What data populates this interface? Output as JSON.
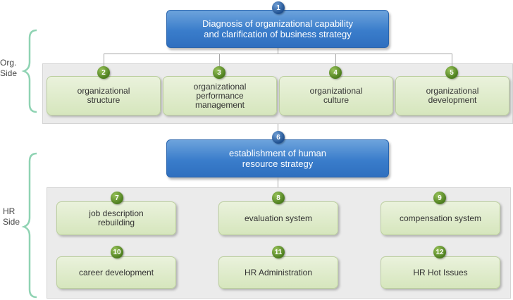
{
  "org_side": {
    "label_line1": "Org.",
    "label_line2": "Side"
  },
  "hr_side": {
    "label_line1": "HR",
    "label_line2": "Side"
  },
  "steps": {
    "s1": {
      "number": "1",
      "line1": "Diagnosis of organizational capability",
      "line2": "and clarification of business strategy"
    },
    "s2": {
      "number": "2",
      "line1": "organizational",
      "line2": "structure"
    },
    "s3": {
      "number": "3",
      "line1": "organizational",
      "line2": "performance",
      "line3": "management"
    },
    "s4": {
      "number": "4",
      "line1": "organizational",
      "line2": "culture"
    },
    "s5": {
      "number": "5",
      "line1": "organizational",
      "line2": "development"
    },
    "s6": {
      "number": "6",
      "line1": "establishment of human",
      "line2": "resource strategy"
    },
    "s7": {
      "number": "7",
      "line1": "job description",
      "line2": "rebuilding"
    },
    "s8": {
      "number": "8",
      "line1": "evaluation system"
    },
    "s9": {
      "number": "9",
      "line1": "compensation system"
    },
    "s10": {
      "number": "10",
      "line1": "career development"
    },
    "s11": {
      "number": "11",
      "line1": "HR Administration"
    },
    "s12": {
      "number": "12",
      "line1": "HR Hot Issues"
    }
  },
  "colors": {
    "header_box": "#3a7dcb",
    "item_box": "#dbe8c6",
    "bracket": "#8fd3b3",
    "panel": "#ebebeb"
  }
}
